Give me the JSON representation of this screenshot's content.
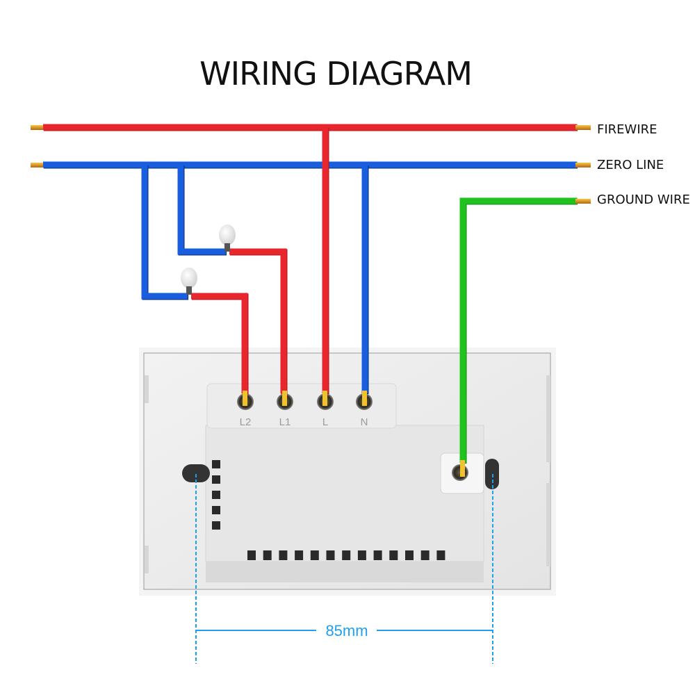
{
  "title": "WIRING DIAGRAM",
  "colors": {
    "fire": "#e8262e",
    "fire_dark": "#b0121a",
    "zero": "#1a5ee0",
    "zero_dark": "#0a2a6a",
    "ground": "#22c21e",
    "copper": "#e6a822",
    "dimension": "#1ea0ee",
    "panel": "#ebebeb",
    "panel_edge": "#cfcfcf"
  },
  "legend": [
    {
      "id": "firewire",
      "label": "FIREWIRE"
    },
    {
      "id": "zero-line",
      "label": "ZERO LINE"
    },
    {
      "id": "ground-wire",
      "label": "GROUND WIRE"
    }
  ],
  "terminals": [
    {
      "id": "l2",
      "label": "L2"
    },
    {
      "id": "l1",
      "label": "L1"
    },
    {
      "id": "l",
      "label": "L"
    },
    {
      "id": "n",
      "label": "N"
    }
  ],
  "loads": [
    {
      "id": "bulb-1",
      "icon": "light-bulb-icon",
      "connected_to": "L1"
    },
    {
      "id": "bulb-2",
      "icon": "light-bulb-icon",
      "connected_to": "L2"
    }
  ],
  "dimension": {
    "label": "85mm"
  }
}
